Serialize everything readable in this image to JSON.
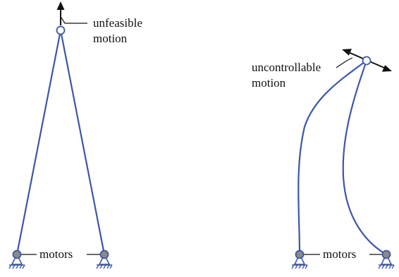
{
  "colors": {
    "link": "#3d56a8",
    "joint_fill": "#ffffff",
    "motor_fill": "#8a8a8a",
    "support": "#3d56a8",
    "arrow": "#111111",
    "text": "#111111"
  },
  "left_mechanism": {
    "label_line1": "unfeasible",
    "label_line2": "motion",
    "motors_label": "motors"
  },
  "right_mechanism": {
    "label_line1": "uncontrollable",
    "label_line2": "motion",
    "motors_label": "motors"
  }
}
